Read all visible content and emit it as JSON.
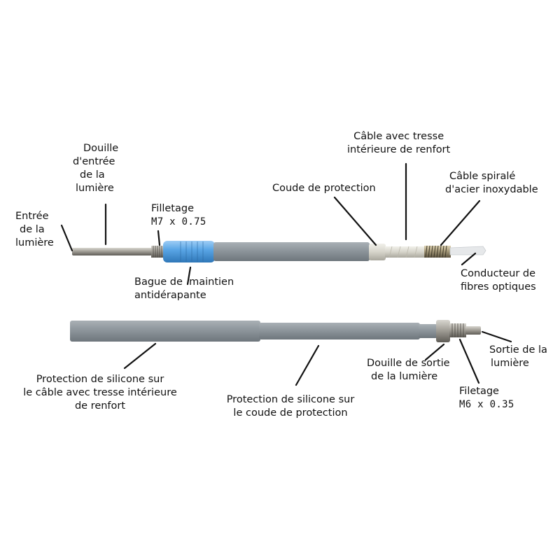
{
  "labels": {
    "entree_lumiere": [
      "Entrée",
      "de la",
      "lumière"
    ],
    "douille_entree": [
      "Douille",
      "d'entrée",
      "de la",
      "lumière"
    ],
    "filletage": [
      "Filletage",
      "M7 x 0.75"
    ],
    "bague": [
      "Bague de  maintien",
      "antidérapante"
    ],
    "coude": "Coude de protection",
    "cable_tresse": [
      "Câble avec tresse",
      "intérieure de renfort"
    ],
    "cable_spirale": [
      "Câble spiralé",
      "d'acier inoxydable"
    ],
    "conducteur": [
      "Conducteur de",
      "fibres optiques"
    ],
    "protection_cable": [
      "Protection de silicone sur",
      "le câble avec tresse intérieure",
      "de renfort"
    ],
    "protection_coude": [
      "Protection de silicone sur",
      "le coude de protection"
    ],
    "douille_sortie": [
      "Douille de sortie",
      "de la lumière"
    ],
    "sortie_lumiere": [
      "Sortie de la",
      "lumière"
    ],
    "filetage": [
      "Filetage",
      "M6 x 0.35"
    ]
  },
  "colors": {
    "silicone": "#8e969c",
    "silicone_dark": "#707880",
    "grip": "#5aa6e6",
    "steel": "#a8a49c",
    "braid": "#d8d6cc",
    "fiber": "#e6e8ea"
  }
}
